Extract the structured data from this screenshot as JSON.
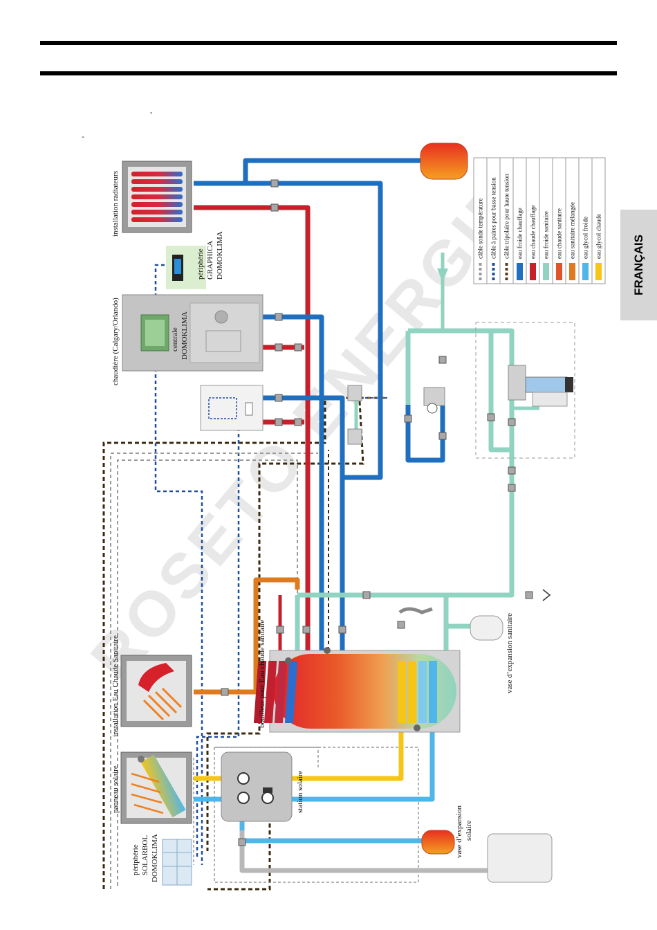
{
  "page": {
    "language_tab": "FRANÇAIS",
    "stray_marks": [
      ",",
      "-"
    ]
  },
  "diagram": {
    "watermark": "ROSETO ENERGIE",
    "labels": {
      "radiators": "installation radiateurs",
      "boiler": "chaudière (Calgary/Orlando)",
      "central_1": "centrale",
      "central_2": "DOMOKLIMA",
      "graphica_1": "périphérie",
      "graphica_2": "GRAPHICA",
      "graphica_3": "DOMOKLIMA",
      "dhw_install": "installation Eau Chaude Sanitaire",
      "solar_panel": "panneau solaire",
      "solarbol_1": "périphérie",
      "solarbol_2": "SOLARBOL",
      "solarbol_3": "DOMOKLIMA",
      "solar_station": "station solaire",
      "dhw_tank": "bouilleur pour Eau chaude sanitaire",
      "expansion_dhw": "vase d’expansion sanitaire",
      "expansion_solar_1": "vase d’expansion",
      "expansion_solar_2": "solaire"
    },
    "legend": [
      {
        "label": "câble sonde température",
        "color": "#9a9a9a",
        "style": "dashed-thin"
      },
      {
        "label": "câble à paires pour basse tension",
        "color": "#1f4e9e",
        "style": "dashed-pair"
      },
      {
        "label": "câble tripolaire pour haute tension",
        "color": "#5a3a1a",
        "style": "dashed-tri"
      },
      {
        "label": "eau froide chauffage",
        "color": "#1e6fc0",
        "style": "solid"
      },
      {
        "label": "eau chaude chauffage",
        "color": "#c8202a",
        "style": "solid"
      },
      {
        "label": "eau froide sanitaire",
        "color": "#8fd3c0",
        "style": "solid"
      },
      {
        "label": "eau chaude sanitaire",
        "color": "#e0522a",
        "style": "solid"
      },
      {
        "label": "eau sanitaire mélangée",
        "color": "#e07a1e",
        "style": "solid"
      },
      {
        "label": "eau glycol froide",
        "color": "#4fb6ea",
        "style": "solid"
      },
      {
        "label": "eau glycol chaude",
        "color": "#f5c518",
        "style": "solid"
      }
    ],
    "colors": {
      "cold_heating": "#1e6fc0",
      "hot_heating": "#c8202a",
      "cold_sanitary": "#8fd3c0",
      "mixed_sanitary": "#e07a1e",
      "glycol_cold": "#4fb6ea",
      "glycol_hot": "#f5c518",
      "return_grey": "#b8b8b8"
    }
  }
}
